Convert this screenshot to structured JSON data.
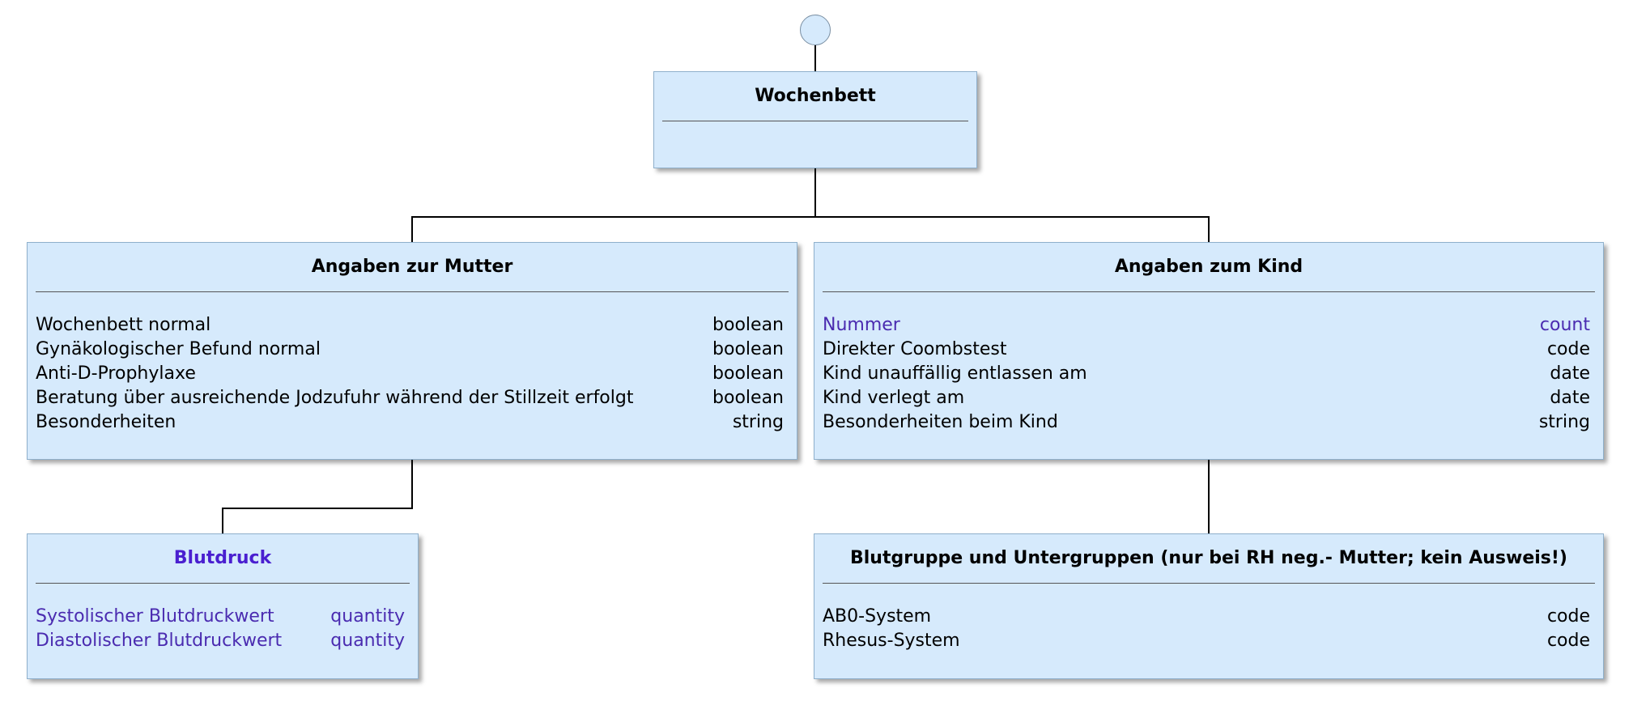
{
  "colors": {
    "box_fill": "#d6eafc",
    "box_border": "#8fb0cc",
    "highlight_text": "#4a2bb0",
    "connector": "#000000"
  },
  "root": {
    "title": "Wochenbett"
  },
  "mutter": {
    "title": "Angaben zur Mutter",
    "rows": [
      {
        "label": "Wochenbett normal",
        "type": "boolean"
      },
      {
        "label": "Gynäkologischer Befund normal",
        "type": "boolean"
      },
      {
        "label": "Anti-D-Prophylaxe",
        "type": "boolean"
      },
      {
        "label": "Beratung über ausreichende Jodzufuhr während der Stillzeit erfolgt",
        "type": "boolean"
      },
      {
        "label": "Besonderheiten",
        "type": "string"
      }
    ]
  },
  "kind": {
    "title": "Angaben zum Kind",
    "rows": [
      {
        "label": "Nummer",
        "type": "count"
      },
      {
        "label": "Direkter Coombstest",
        "type": "code"
      },
      {
        "label": "Kind unauffällig entlassen am",
        "type": "date"
      },
      {
        "label": "Kind verlegt am",
        "type": "date"
      },
      {
        "label": "Besonderheiten beim Kind",
        "type": "string"
      }
    ]
  },
  "blutdruck": {
    "title": "Blutdruck",
    "rows": [
      {
        "label": "Systolischer Blutdruckwert",
        "type": "quantity"
      },
      {
        "label": "Diastolischer Blutdruckwert",
        "type": "quantity"
      }
    ]
  },
  "blutgruppe": {
    "title": "Blutgruppe und Untergruppen (nur bei RH neg.- Mutter; kein Ausweis!)",
    "rows": [
      {
        "label": "AB0-System",
        "type": "code"
      },
      {
        "label": "Rhesus-System",
        "type": "code"
      }
    ]
  }
}
